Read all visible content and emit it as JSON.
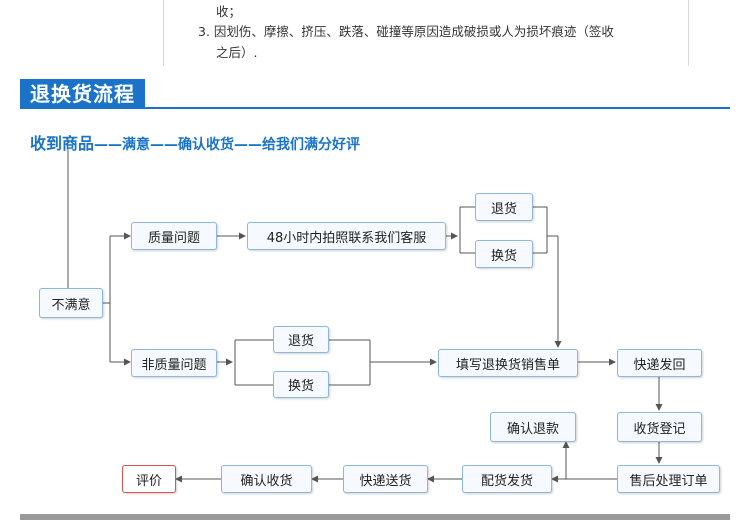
{
  "notes": {
    "line1": "收；",
    "line2": "3. 因划伤、摩擦、挤压、跌落、碰撞等原因造成破损或人为损坏痕迹（签收",
    "line3": "之后）."
  },
  "section_title": "退换货流程",
  "headline": {
    "part1": "收到商品",
    "part2": "——满意——确认收货——给我们满分好评"
  },
  "nodes": {
    "unsatisfied": "不满意",
    "quality_issue": "质量问题",
    "contact_service": "48小时内拍照联系我们客服",
    "return_a": "退货",
    "exchange_a": "换货",
    "non_quality_issue": "非质量问题",
    "return_b": "退货",
    "exchange_b": "换货",
    "fill_form": "填写退换货销售单",
    "express_return": "快递发回",
    "confirm_refund": "确认退款",
    "receipt_register": "收货登记",
    "review": "评价",
    "confirm_receipt": "确认收货",
    "express_deliver": "快递送货",
    "ship_goods": "配货发货",
    "after_sales": "售后处理订单"
  },
  "colors": {
    "accent": "#1a73c8",
    "box_border": "#8fb7dd",
    "review_border": "#d9534f",
    "line": "#555555"
  }
}
